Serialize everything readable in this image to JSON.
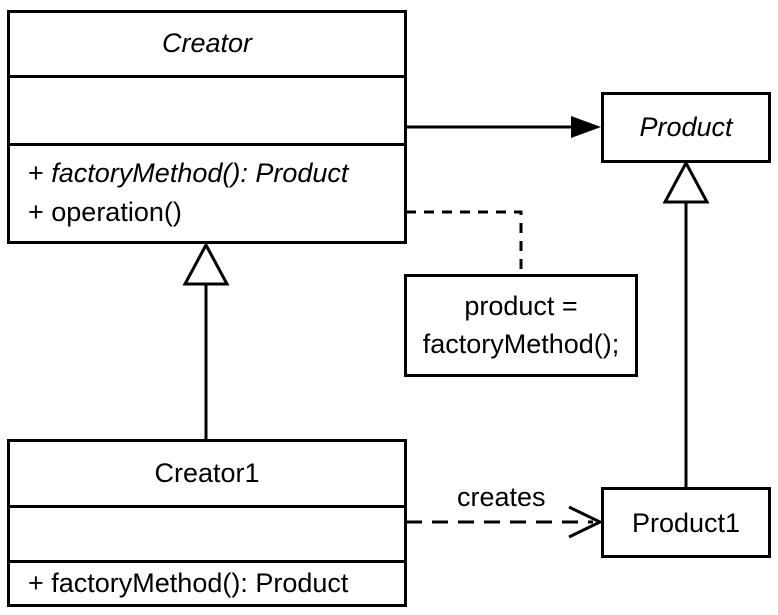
{
  "creator": {
    "name": "Creator",
    "methods": [
      "+ factoryMethod(): Product",
      "+ operation()"
    ]
  },
  "product": {
    "name": "Product"
  },
  "note": {
    "line1": "product =",
    "line2": "factoryMethod();"
  },
  "creator1": {
    "name": "Creator1",
    "methods": [
      "+ factoryMethod(): Product"
    ]
  },
  "product1": {
    "name": "Product1"
  },
  "relations": {
    "creates_label": "creates"
  }
}
